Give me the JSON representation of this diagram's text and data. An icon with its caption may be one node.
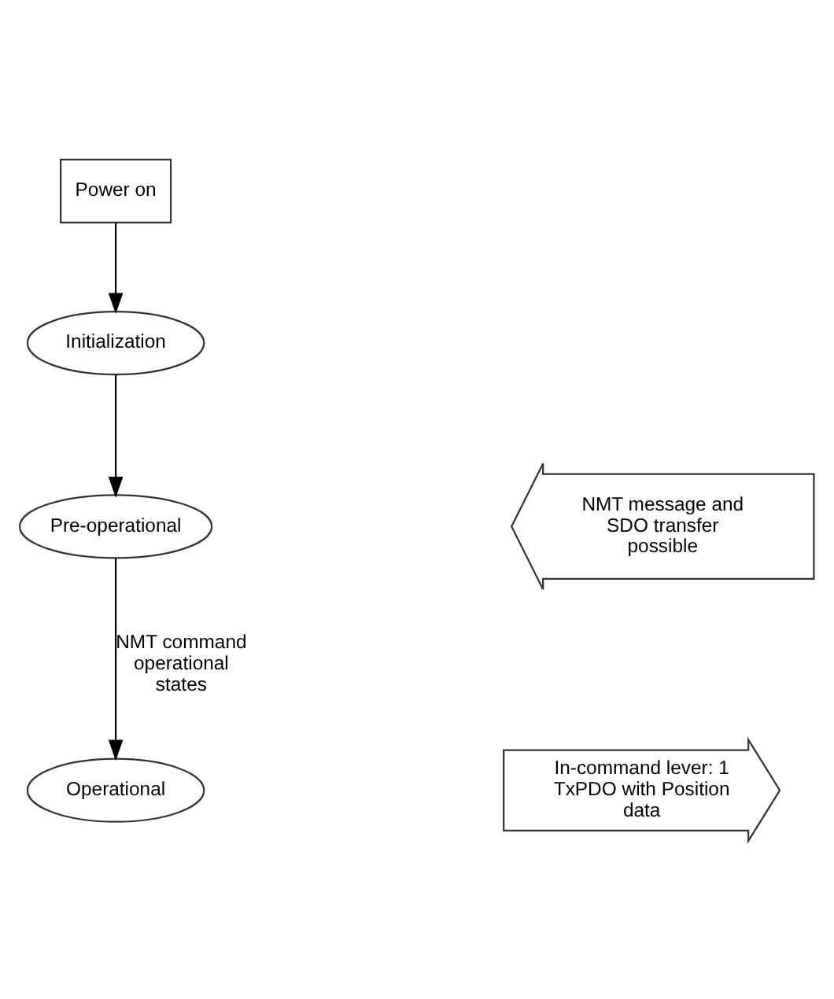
{
  "diagram": {
    "nodes": [
      {
        "text": [
          "Power on"
        ]
      },
      {
        "text": [
          "Initialization"
        ]
      },
      {
        "text": [
          "Pre-operational"
        ]
      },
      {
        "text": [
          "NMT message and SDO transfer possible"
        ]
      },
      {
        "text": [
          "Operational"
        ]
      },
      {
        "text": [
          "In-command lever: 1 TxPDO with Position data"
        ]
      }
    ],
    "edges": [
      {
        "from": 0,
        "to": 1,
        "arrow": "to"
      },
      {
        "from": 1,
        "to": 2,
        "arrow": "to"
      },
      {
        "from": 2,
        "to": 4,
        "arrow": "to",
        "label": "NMT command operational states"
      }
    ]
  }
}
